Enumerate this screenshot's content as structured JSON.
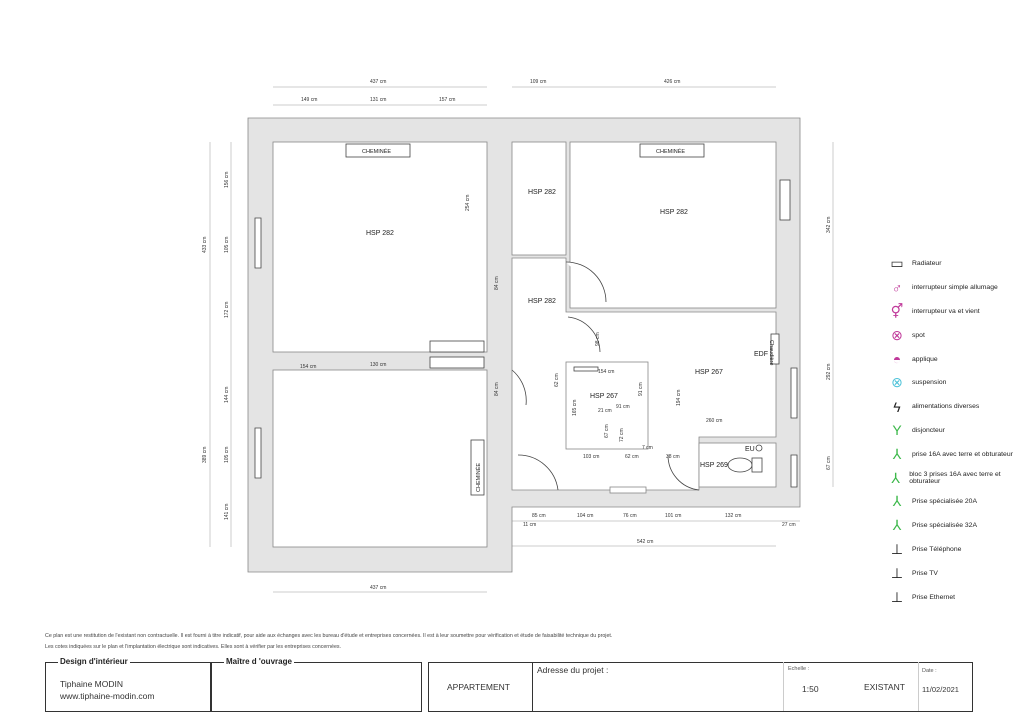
{
  "rooms": {
    "r1": "HSP 282",
    "r2": "HSP 282",
    "r3": "HSP 282",
    "r4": "HSP 282",
    "r5": "HSP 267",
    "r6": "HSP 267",
    "r7": "HSP 269",
    "chem1": "CHEMINÉE",
    "chem2": "CHEMINÉE",
    "chem3": "CHEMINÉE",
    "chaud": "Chaudière",
    "edf": "EDF",
    "eu": "EU"
  },
  "dims": [
    "437 cm",
    "149 cm",
    "131 cm",
    "157 cm",
    "109 cm",
    "426 cm",
    "156 cm",
    "433 cm",
    "105 cm",
    "172 cm",
    "144 cm",
    "389 cm",
    "105 cm",
    "141 cm",
    "254 cm",
    "84 cm",
    "84 cm",
    "154 cm",
    "130 cm",
    "342 cm",
    "292 cm",
    "67 cm",
    "98 cm",
    "62 cm",
    "154 cm",
    "91 cm",
    "165 cm",
    "21 cm",
    "91 cm",
    "67 cm",
    "72 cm",
    "194 cm",
    "260 cm",
    "7 cm",
    "103 cm",
    "62 cm",
    "38 cm",
    "85 cm",
    "104 cm",
    "76 cm",
    "101 cm",
    "132 cm",
    "11 cm",
    "27 cm",
    "542 cm",
    "437 cm"
  ],
  "legend": [
    {
      "icon": "radiator-icon",
      "glyph": "▭",
      "color": "#333",
      "label": "Radiateur"
    },
    {
      "icon": "switch-simple-icon",
      "glyph": "♂",
      "color": "#c0399a",
      "label": "interrupteur simple allumage"
    },
    {
      "icon": "switch-two-way-icon",
      "glyph": "⚥",
      "color": "#c0399a",
      "label": "interrupteur va et vient"
    },
    {
      "icon": "spot-icon",
      "glyph": "⊗",
      "color": "#c0399a",
      "label": "spot"
    },
    {
      "icon": "wall-light-icon",
      "glyph": "◓",
      "color": "#c0399a",
      "label": "applique"
    },
    {
      "icon": "pendant-light-icon",
      "glyph": "⊗",
      "color": "#4fc3d9",
      "label": "suspension"
    },
    {
      "icon": "power-supply-icon",
      "glyph": "ϟ",
      "color": "#222",
      "label": "alimentations diverses"
    },
    {
      "icon": "breaker-icon",
      "glyph": "Y",
      "color": "#3cb84a",
      "label": "disjoncteur"
    },
    {
      "icon": "outlet-16a-icon",
      "glyph": "⅄",
      "color": "#3cb84a",
      "label": "prise 16A avec terre et obturateur"
    },
    {
      "icon": "outlet-block-icon",
      "glyph": "⅄",
      "color": "#3cb84a",
      "label": "bloc 3 prises 16A avec terre et obturateur"
    },
    {
      "icon": "outlet-20a-icon",
      "glyph": "⅄",
      "color": "#3cb84a",
      "label": "Prise spécialisée 20A"
    },
    {
      "icon": "outlet-32a-icon",
      "glyph": "⅄",
      "color": "#3cb84a",
      "label": "Prise spécialisée 32A"
    },
    {
      "icon": "phone-outlet-icon",
      "glyph": "⊥",
      "color": "#222",
      "label": "Prise Téléphone"
    },
    {
      "icon": "tv-outlet-icon",
      "glyph": "⊥",
      "color": "#222",
      "label": "Prise TV"
    },
    {
      "icon": "ethernet-outlet-icon",
      "glyph": "⊥",
      "color": "#222",
      "label": "Prise Ethernet"
    }
  ],
  "notes": [
    "Ce plan est une restitution de l'existant non contractuelle. Il est fourni à titre indicatif, pour aide aux échanges avec les bureau d'étude et entreprises concernées. Il est à leur soumettre pour vérification et étude de faisabilité technique du projet.",
    "Les cotes indiquées sur le plan et l'implantation électrique sont indicatives. Elles sont à vérifier par les entreprises concernées."
  ],
  "cartouche": {
    "design_title": "Design d'intérieur",
    "designer": "Tiphaine MODIN",
    "website": "www.tiphaine-modin.com",
    "owner_title": "Maître d 'ouvrage",
    "type": "APPARTEMENT",
    "address_label": "Adresse du projet :",
    "scale_label": "Echelle :",
    "scale": "1:50",
    "state": "EXISTANT",
    "date_label": "Date :",
    "date": "11/02/2021"
  }
}
